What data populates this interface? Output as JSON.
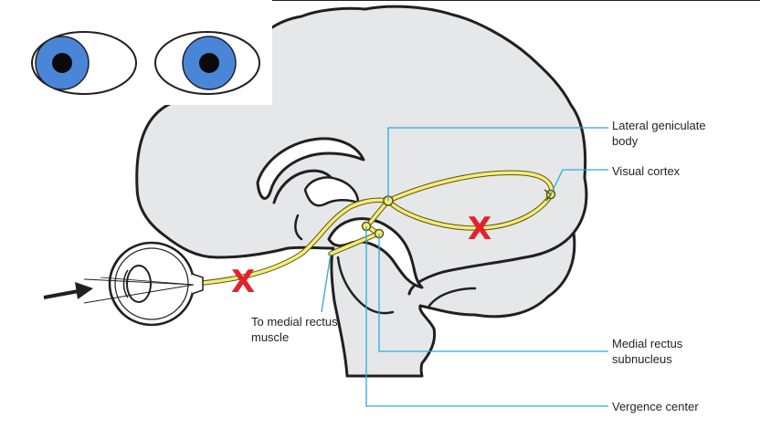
{
  "colors": {
    "brain_fill": "#e6e7e8",
    "outline": "#231f20",
    "pathway": "#f5ec78",
    "pathway_edge": "#5a5510",
    "leader_line": "#29abe2",
    "iris": "#4a86d8",
    "lesion_mark": "#e1232c"
  },
  "icons": {
    "gaze_panel": "two-eyes-looking-forward-icon",
    "light_arrow": "incoming-light-arrow-icon",
    "eyeball": "eyeball-cross-section-icon"
  },
  "labels": {
    "lateral_geniculate": "Lateral geniculate\nbody",
    "visual_cortex": "Visual cortex",
    "medial_rectus_subnucleus": "Medial rectus\nsubnucleus",
    "vergence_center": "Vergence center",
    "to_medial_rectus": "To medial rectus\nmuscle"
  },
  "markers": {
    "lesion_symbol": "X"
  }
}
